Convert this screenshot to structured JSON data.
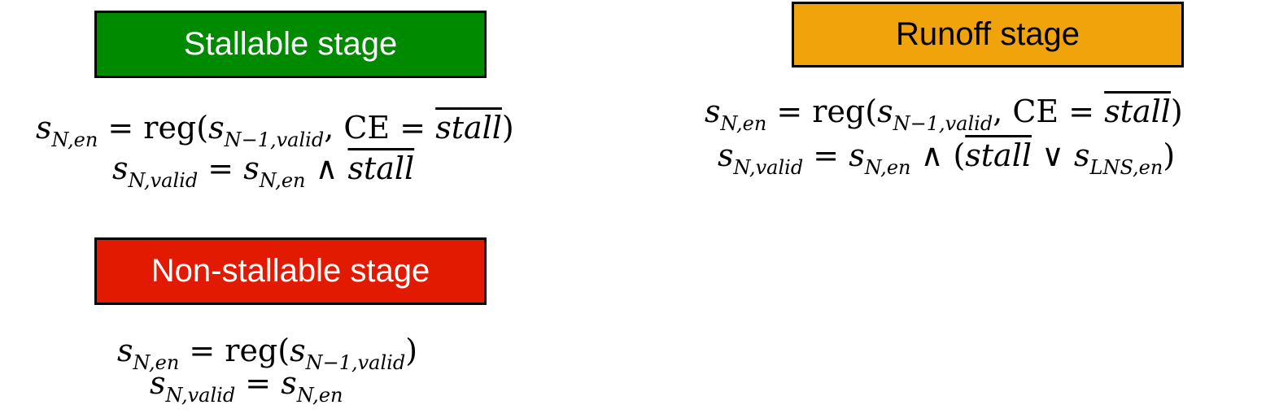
{
  "stages": {
    "stallable": {
      "title": "Stallable stage",
      "color": "#008a00",
      "text_color": "#ffffff",
      "en_lhs": "s",
      "en_lhs_sub": "N,en",
      "en_op": " = reg(",
      "en_arg": "s",
      "en_arg_sub": "N−1,valid",
      "en_ce": ", CE = ",
      "en_stall": "stall",
      "en_close": ")",
      "valid_lhs": "s",
      "valid_lhs_sub": "N,valid",
      "valid_eq": " = ",
      "valid_s": "s",
      "valid_s_sub": "N,en",
      "valid_and": " ∧ ",
      "valid_stall": "stall"
    },
    "runoff": {
      "title": "Runoff stage",
      "color": "#f0a30a",
      "text_color": "#000000",
      "en_lhs": "s",
      "en_lhs_sub": "N,en",
      "en_op": " = reg(",
      "en_arg": "s",
      "en_arg_sub": "N−1,valid",
      "en_ce": ", CE = ",
      "en_stall": "stall",
      "en_close": ")",
      "valid_lhs": "s",
      "valid_lhs_sub": "N,valid",
      "valid_eq": " = ",
      "valid_s": "s",
      "valid_s_sub": "N,en",
      "valid_and": " ∧ (",
      "valid_stall": "stall",
      "valid_or": " ∨ ",
      "valid_lns": "s",
      "valid_lns_sub": "LNS,en",
      "valid_close": ")"
    },
    "nonstallable": {
      "title": "Non-stallable stage",
      "color": "#e31a02",
      "text_color": "#ffffff",
      "en_lhs": "s",
      "en_lhs_sub": "N,en",
      "en_op": " = reg(",
      "en_arg": "s",
      "en_arg_sub": "N−1,valid",
      "en_close": ")",
      "valid_lhs": "s",
      "valid_lhs_sub": "N,valid",
      "valid_eq": " = ",
      "valid_s": "s",
      "valid_s_sub": "N,en"
    }
  }
}
